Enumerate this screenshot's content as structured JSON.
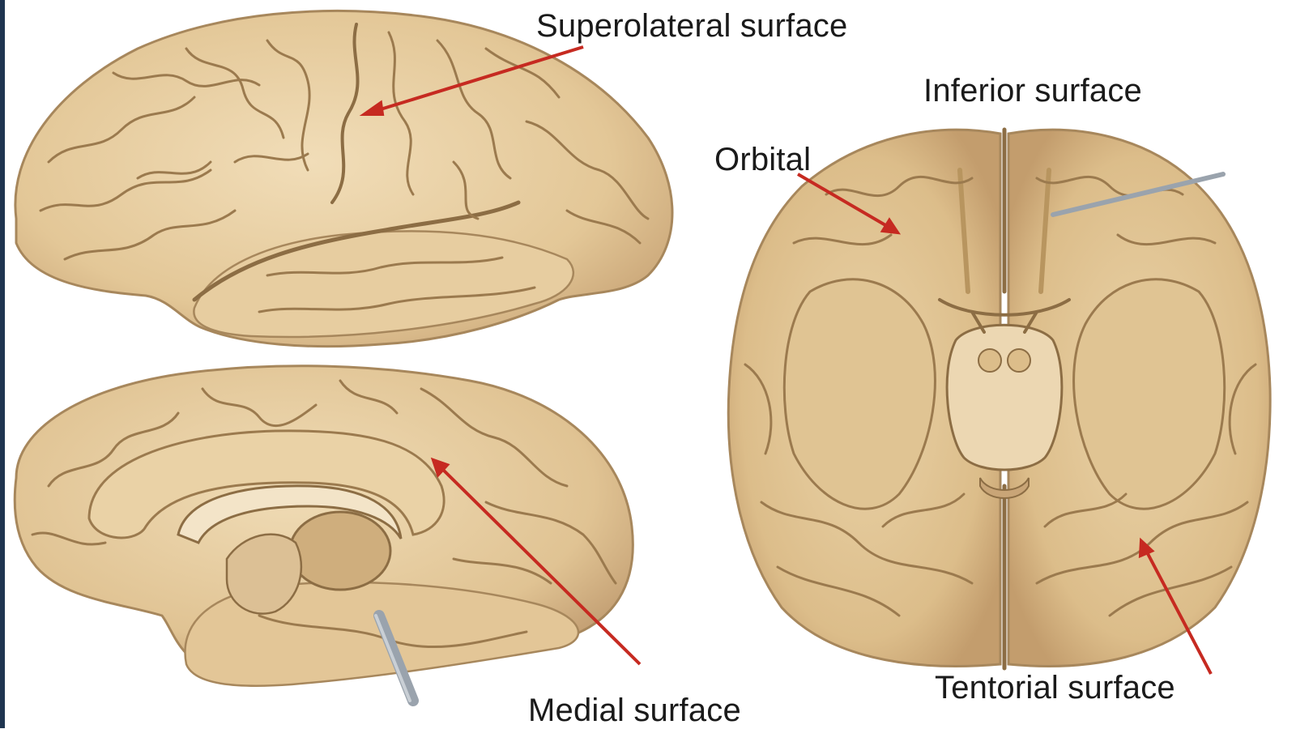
{
  "labels": {
    "superolateral": "Superolateral surface",
    "inferior": "Inferior surface",
    "orbital": "Orbital",
    "medial": "Medial surface",
    "tentorial": "Tentorial surface"
  },
  "colors": {
    "background": "#ffffff",
    "cortex": "#e9d3ab",
    "cortex_shade": "#c9a577",
    "sulcus": "#8c6d44",
    "pointer": "#c62a21",
    "instrument": "#9aa3ad",
    "edge_strip": "#1f3550"
  }
}
